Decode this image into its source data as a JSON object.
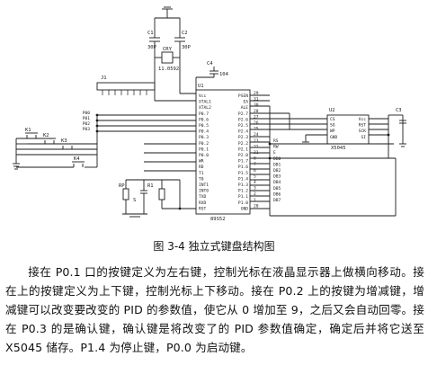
{
  "figure": {
    "refs": {
      "c1": "C1",
      "c2": "C2",
      "c1_val": "30P",
      "c2_val": "30P",
      "crystal": "CRY",
      "crystal_val": "11.0592",
      "j1": "J1",
      "u1": "U1",
      "u1_part": "89S52",
      "u2": "U2",
      "u2_part": "X5045",
      "c4": "C4",
      "c4_val": "104",
      "rp": "RP",
      "r": "R1",
      "s": "S",
      "k1": "K1",
      "k2": "K2",
      "k3": "K3",
      "k4": "K4",
      "cap_label": "C3"
    },
    "chip_left_pins": [
      "Vcc",
      "XTAL1",
      "XTAL2",
      "P0.7",
      "P0.6",
      "P0.5",
      "P0.4",
      "P0.3",
      "P0.2",
      "P0.1",
      "P0.0",
      "WR",
      "RD",
      "T1",
      "T0",
      "INT1",
      "INT0",
      "TXD",
      "RXD",
      "RST"
    ],
    "chip_right_pins": [
      "PSEN",
      "EA",
      "ALE",
      "P2.7",
      "P2.6",
      "P2.5",
      "P2.4",
      "P2.3",
      "P2.2",
      "P2.1",
      "P2.0",
      "P1.7",
      "P1.6",
      "P1.5",
      "P1.4",
      "P1.3",
      "P1.2",
      "P1.1",
      "P1.0",
      "GND"
    ],
    "chip_right_nums": [
      "29",
      "31",
      "30",
      "28",
      "27",
      "26",
      "25",
      "24",
      "23",
      "22",
      "21",
      "8",
      "7",
      "6",
      "5",
      "4",
      "3",
      "2",
      "1",
      "20"
    ],
    "lcd_pins": [
      "RS",
      "RW",
      "E",
      "DB0",
      "DB1",
      "DB2",
      "DB3",
      "DB4",
      "DB5",
      "DB6",
      "DB7"
    ],
    "key_labels": [
      "P00",
      "P01",
      "P02",
      "P03"
    ],
    "u2_left_pins": [
      "CS",
      "SO",
      "WP",
      "GND"
    ],
    "u2_right_pins": [
      "Vcc",
      "RST",
      "SCK",
      "SI"
    ]
  },
  "caption": "图 3-4 独立式键盘结构图",
  "body_text": "接在 P0.1 口的按键定义为左右键，控制光标在液晶显示器上做横向移动。接在上的按键定义为上下键，控制光标上下移动。接在 P0.2 上的按键为增减键，增减键可以改变要改变的 PID 的参数值，使它从 0 增加至 9，之后又会自动回零。接在 P0.3 的是确认键，确认键是将改变了的 PID 参数值确定，确定后并将它送至 X5045 储存。P1.4 为停止键，P0.0 为启动键。"
}
